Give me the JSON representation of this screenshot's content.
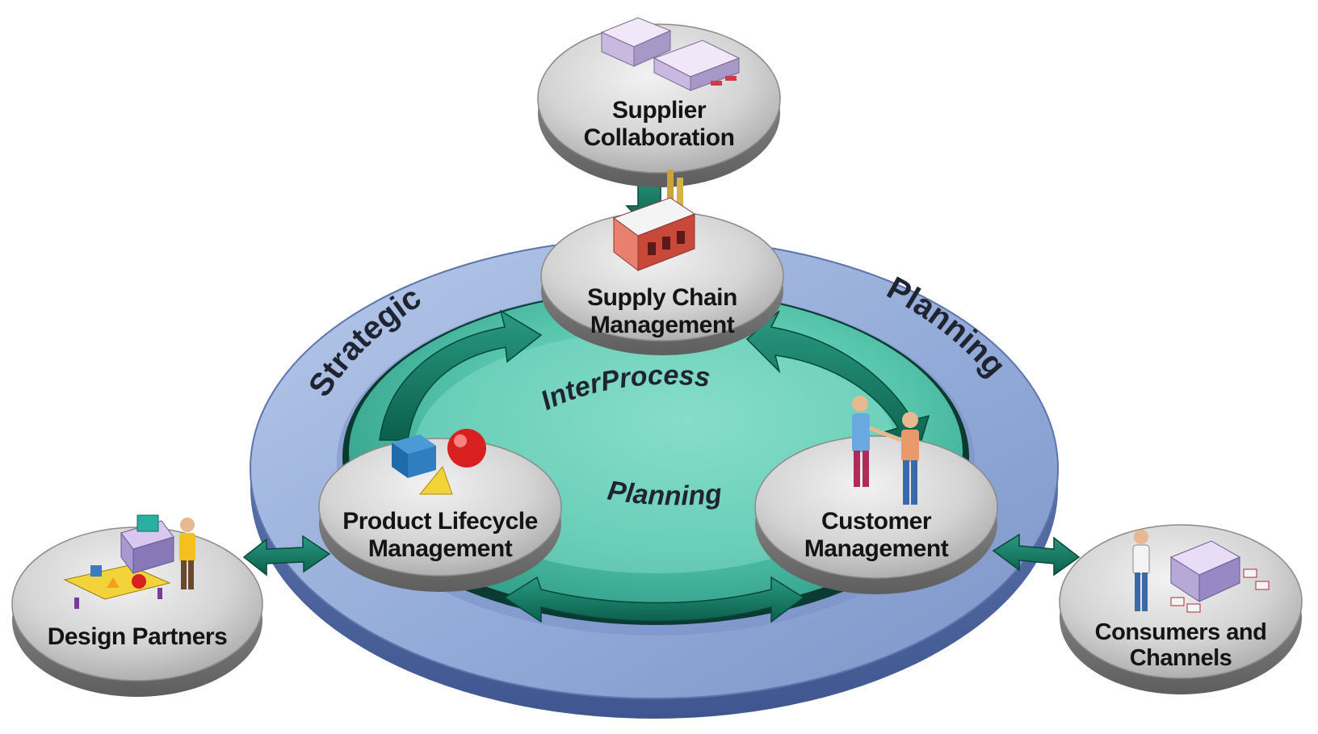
{
  "ring": {
    "left_label": "Strategic",
    "right_label": "Planning"
  },
  "center": {
    "upper_label": "InterProcess",
    "lower_label": "Planning"
  },
  "nodes": {
    "supplier": {
      "line1": "Supplier",
      "line2": "Collaboration"
    },
    "supply_chain": {
      "line1": "Supply Chain",
      "line2": "Management"
    },
    "product": {
      "line1": "Product Lifecycle",
      "line2": "Management"
    },
    "customer": {
      "line1": "Customer",
      "line2": "Management"
    },
    "design": {
      "line1": "Design Partners"
    },
    "consumers": {
      "line1": "Consumers and",
      "line2": "Channels"
    }
  },
  "icons": {
    "supplier": "warehouse-buildings-icon",
    "supply_chain": "factory-icon",
    "product": "geometric-shapes-icon",
    "customer": "handshake-people-icon",
    "design": "designer-workstation-icon",
    "consumers": "shopper-store-icon"
  },
  "colors": {
    "ring": "#9bb3dc",
    "ring_edge": "#6f87bd",
    "inner_teal": "#4fbfaa",
    "arrow": "#0f7a63",
    "disc_top": "#d9d9d9",
    "disc_side": "#8f8f8f"
  }
}
